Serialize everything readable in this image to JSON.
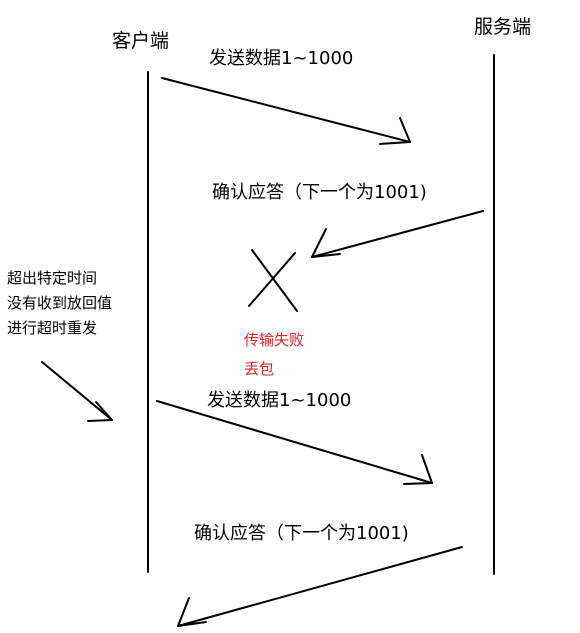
{
  "diagram": {
    "client_label": "客户端",
    "server_label": "服务端",
    "messages": [
      {
        "label": "发送数据1~1000"
      },
      {
        "label": "确认应答（下一个为1001)"
      },
      {
        "label": "发送数据1~1000"
      },
      {
        "label": "确认应答（下一个为1001)"
      }
    ],
    "loss": {
      "line1": "传输失败",
      "line2": "丢包",
      "color": "#e8202a"
    },
    "timeout_note": {
      "line1": "超出特定时间",
      "line2": "没有收到放回值",
      "line3": "进行超时重发"
    }
  }
}
